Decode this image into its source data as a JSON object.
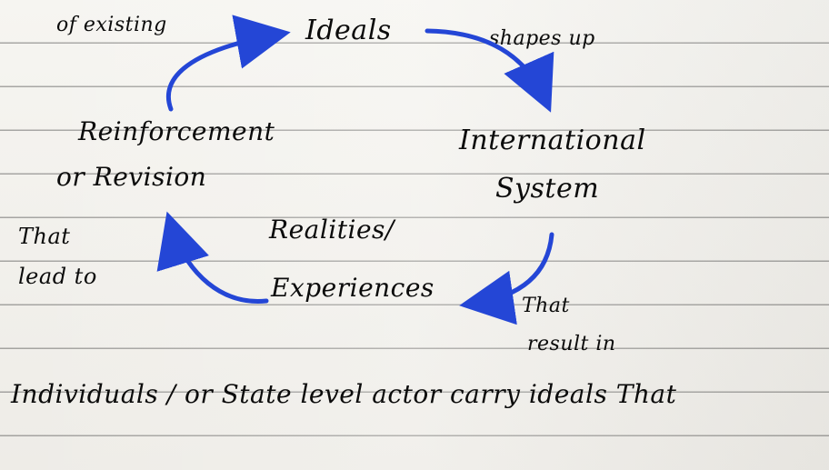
{
  "colors": {
    "ink": "#0b0b0b",
    "arrow": "#2446d6",
    "paper": "#f3f2ee",
    "ruled_line": "#5a5a5a"
  },
  "diagram": {
    "nodes": {
      "ideals": "Ideals",
      "international_system": [
        "International",
        "System"
      ],
      "realities_experiences": [
        "Realities/",
        "Experiences"
      ],
      "reinforcement_or_revision": [
        "Reinforcement",
        "or Revision"
      ]
    },
    "edges": {
      "ideals_to_system": "shapes up",
      "system_to_realities": [
        "That",
        "result in"
      ],
      "realities_to_reinforcement": [
        "That",
        "lead to"
      ],
      "reinforcement_to_ideals": "of existing"
    },
    "footer": "Individuals / or State level actor carry ideals That"
  }
}
